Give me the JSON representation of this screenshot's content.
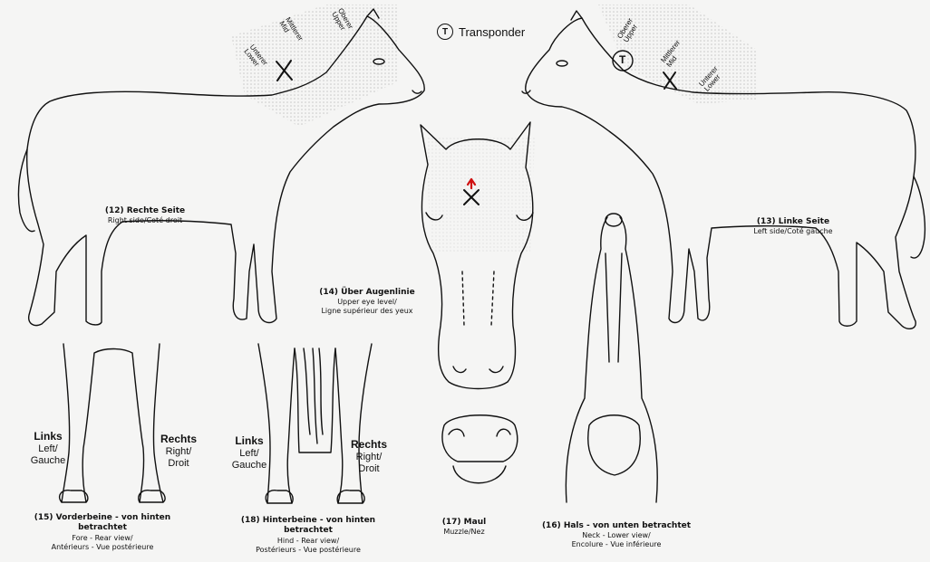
{
  "legend": {
    "symbol": "T",
    "label": "Transponder"
  },
  "zones": {
    "upper": [
      "Oberer",
      "Upper"
    ],
    "mid": [
      "Mittlerer",
      "Mid"
    ],
    "lower": [
      "Unterer",
      "Lower"
    ]
  },
  "marks": {
    "cross": "X",
    "transponder": "T"
  },
  "views": {
    "right": {
      "title": "(12) Rechte Seite",
      "sub": "Right side/Coté droit"
    },
    "left": {
      "title": "(13) Linke Seite",
      "sub": "Left side/Coté gauche"
    },
    "eye": {
      "title": "(14) Über Augenlinie",
      "sub1": "Upper eye level/",
      "sub2": "Ligne supérieur des yeux"
    },
    "fore": {
      "title": "(15) Vorderbeine - von hinten betrachtet",
      "sub1": "Fore - Rear view/",
      "sub2": "Antérieurs - Vue postérieure"
    },
    "hind": {
      "title1": "(18) Hinterbeine - von hinten",
      "title2": "betrachtet",
      "sub1": "Hind - Rear view/",
      "sub2": "Postérieurs - Vue postérieure"
    },
    "muzzle": {
      "title": "(17) Maul",
      "sub": "Muzzle/Nez"
    },
    "neck": {
      "title": "(16) Hals - von unten betrachtet",
      "sub1": "Neck - Lower view/",
      "sub2": "Encolure - Vue inférieure"
    }
  },
  "legs": {
    "links": {
      "de": "Links",
      "en": "Left/",
      "fr": "Gauche"
    },
    "rechts": {
      "de": "Rechts",
      "en": "Right/",
      "fr": "Droit"
    }
  },
  "colors": {
    "line": "#111111",
    "mark_red": "#d01010",
    "zone_shade": "#cfcfcf"
  }
}
